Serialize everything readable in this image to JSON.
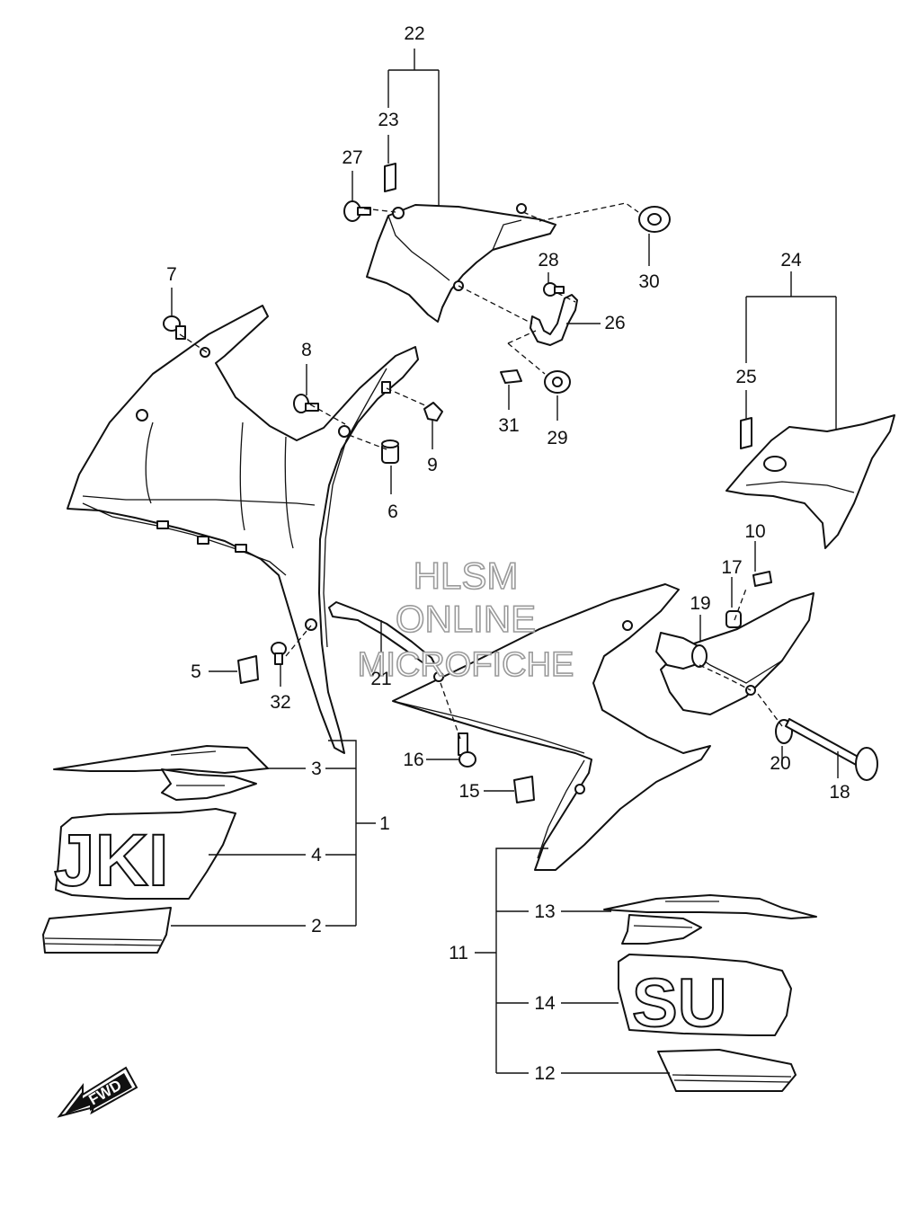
{
  "watermark": {
    "line1": "HLSM",
    "line2": "ONLINE",
    "line3": "MICROFICHE"
  },
  "fwd_label": "FWD",
  "decals": {
    "left_panel": "JKI",
    "right_panel": "SU"
  },
  "callouts": {
    "c1": "1",
    "c2": "2",
    "c3": "3",
    "c4": "4",
    "c5": "5",
    "c6": "6",
    "c7": "7",
    "c8": "8",
    "c9": "9",
    "c10": "10",
    "c11": "11",
    "c12": "12",
    "c13": "13",
    "c14": "14",
    "c15": "15",
    "c16": "16",
    "c17": "17",
    "c18": "18",
    "c19": "19",
    "c20": "20",
    "c21": "21",
    "c22": "22",
    "c23": "23",
    "c24": "24",
    "c25": "25",
    "c26": "26",
    "c27": "27",
    "c28": "28",
    "c29": "29",
    "c30": "30",
    "c31": "31",
    "c32": "32"
  }
}
